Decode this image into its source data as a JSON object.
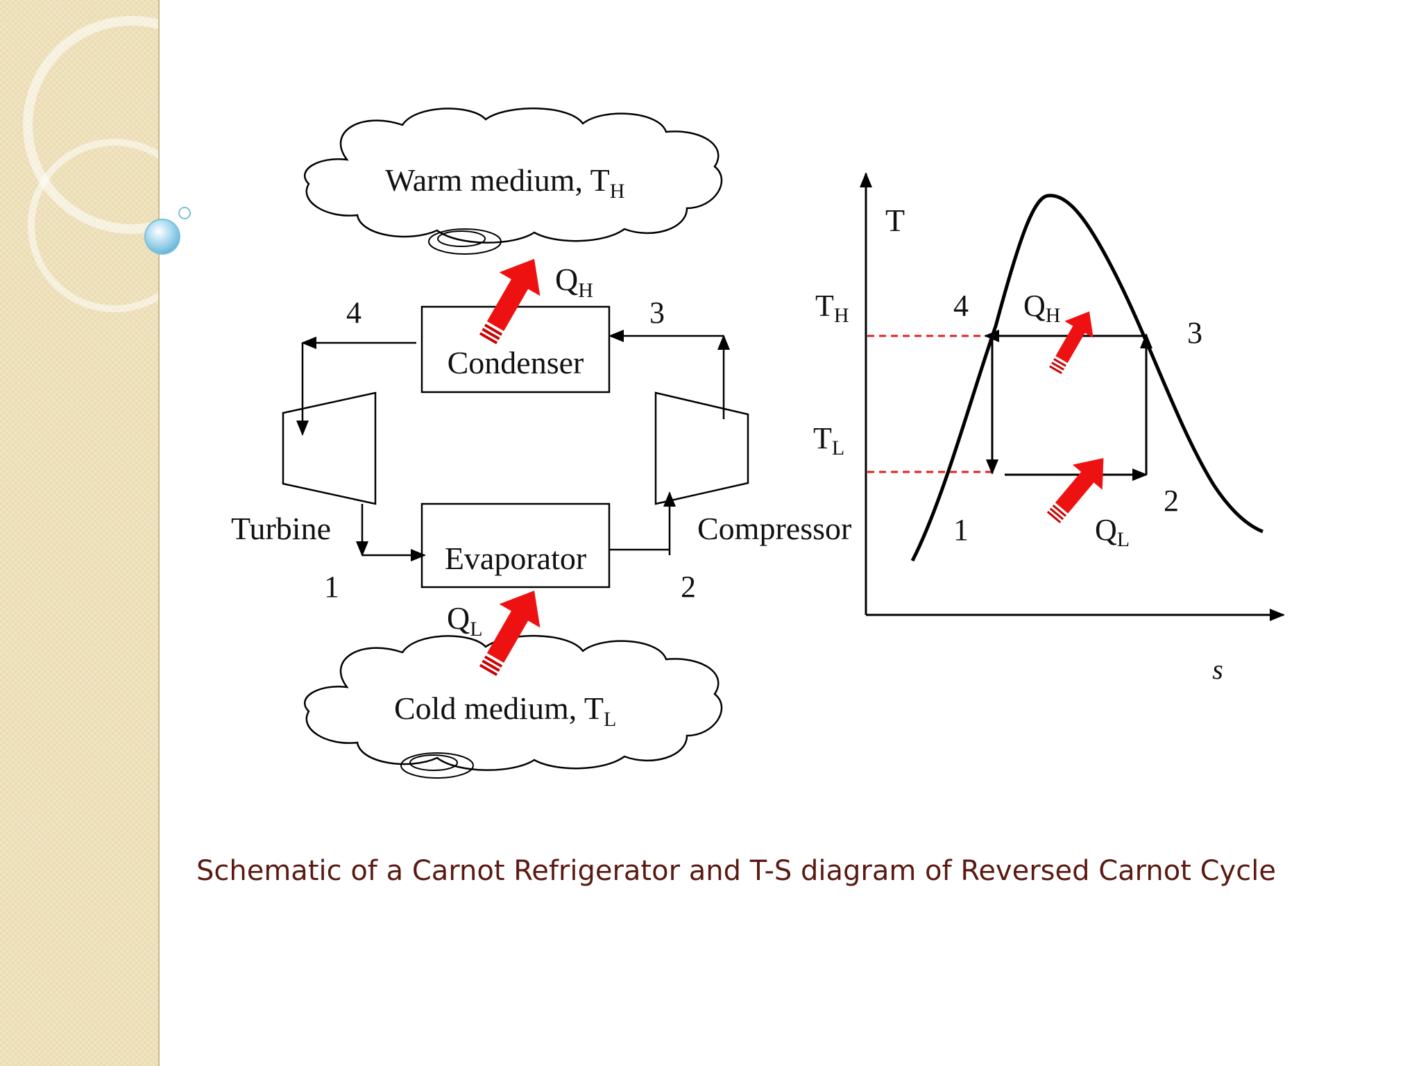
{
  "schematic": {
    "warm_medium": "Warm medium, T",
    "warm_sub": "H",
    "cold_medium": "Cold medium, T",
    "cold_sub": "L",
    "condenser": "Condenser",
    "evaporator": "Evaporator",
    "turbine": "Turbine",
    "compressor": "Compressor",
    "qh": "Q",
    "qh_sub": "H",
    "ql": "Q",
    "ql_sub": "L",
    "state_1": "1",
    "state_2": "2",
    "state_3": "3",
    "state_4": "4"
  },
  "ts_diagram": {
    "y_axis": "T",
    "x_axis": "s",
    "th": "T",
    "th_sub": "H",
    "tl": "T",
    "tl_sub": "L",
    "qh": "Q",
    "qh_sub": "H",
    "ql": "Q",
    "ql_sub": "L",
    "state_1": "1",
    "state_2": "2",
    "state_3": "3",
    "state_4": "4"
  },
  "caption": "Schematic of a Carnot Refrigerator and T-S diagram of Reversed Carnot Cycle",
  "colors": {
    "heat_arrow": "#ee1111",
    "dashed_line": "#e02020",
    "caption_text": "#5a1a12",
    "sidebar": "#eee1ba"
  }
}
